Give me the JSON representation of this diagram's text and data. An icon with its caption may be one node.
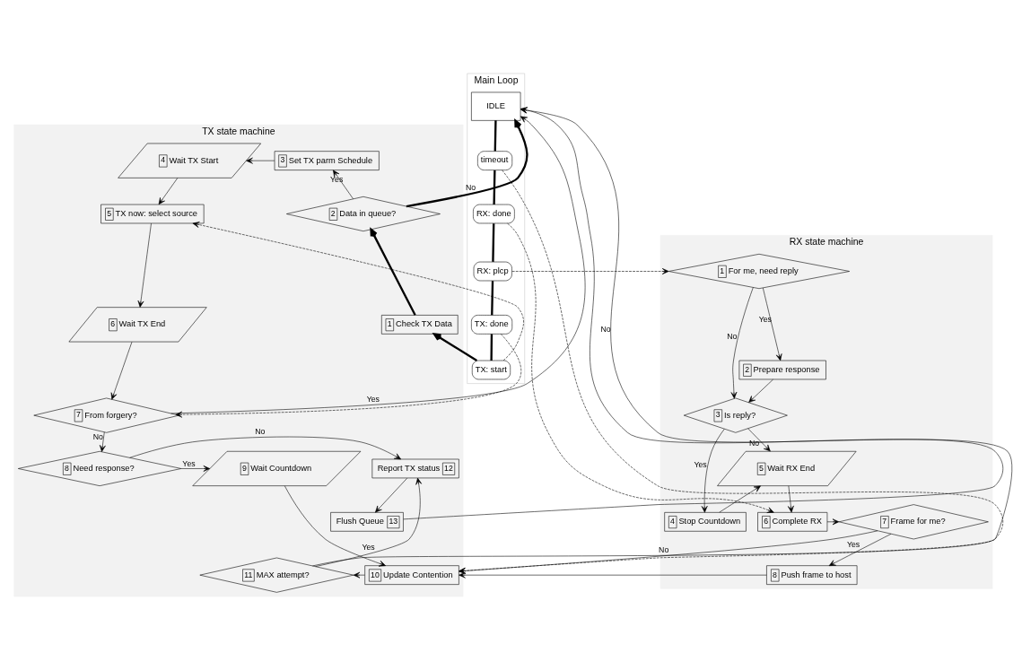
{
  "diagram": {
    "nodes": [
      {
        "text": [
          "TX state machine"
        ]
      },
      {
        "text": [
          "Main Loop"
        ]
      },
      {
        "text": [
          "RX state machine"
        ]
      },
      {
        "text": [
          "IDLE"
        ],
        "in": 1
      },
      {
        "text": [
          "timeout"
        ],
        "in": 1
      },
      {
        "text": [
          "RX: done"
        ],
        "in": 1
      },
      {
        "text": [
          "RX: plcp"
        ],
        "in": 1
      },
      {
        "text": [
          "TX: done"
        ],
        "in": 1
      },
      {
        "text": [
          "TX: start"
        ],
        "in": 1
      },
      {
        "text": [
          "4",
          "Wait TX Start"
        ],
        "in": 0
      },
      {
        "text": [
          "3",
          "Set TX parm Schedule"
        ],
        "in": 0
      },
      {
        "text": [
          "5",
          "TX now: select source"
        ],
        "in": 0
      },
      {
        "text": [
          "2",
          "Data in queue?"
        ],
        "in": 0
      },
      {
        "text": [
          "6",
          "Wait TX End"
        ],
        "in": 0
      },
      {
        "text": [
          "1",
          "Check TX Data"
        ],
        "in": 0
      },
      {
        "text": [
          "7",
          "From forgery?"
        ],
        "in": 0
      },
      {
        "text": [
          "Flush Queue",
          "13"
        ],
        "in": 0
      },
      {
        "text": [
          "Report TX status",
          "12"
        ],
        "in": 0
      },
      {
        "text": [
          "8",
          "Need response?"
        ],
        "in": 0
      },
      {
        "text": [
          "9",
          "Wait Countdown"
        ],
        "in": 0
      },
      {
        "text": [
          "11",
          "MAX attempt?"
        ],
        "in": 0
      },
      {
        "text": [
          "10",
          "Update Contention"
        ],
        "in": 0
      },
      {
        "text": [
          "1",
          "For me, need reply"
        ],
        "in": 2
      },
      {
        "text": [
          "2",
          "Prepare response"
        ],
        "in": 2
      },
      {
        "text": [
          "3",
          "Is reply?"
        ],
        "in": 2
      },
      {
        "text": [
          "4",
          "Stop Countdown"
        ],
        "in": 2
      },
      {
        "text": [
          "5",
          "Wait RX End"
        ],
        "in": 2
      },
      {
        "text": [
          "6",
          "Complete RX"
        ],
        "in": 2
      },
      {
        "text": [
          "7",
          "Frame for me?"
        ],
        "in": 2
      },
      {
        "text": [
          "8",
          "Push frame to host"
        ],
        "in": 2
      }
    ],
    "edges": [
      {
        "from": 3,
        "to": 4,
        "arrow": "none",
        "style": "thick"
      },
      {
        "from": 4,
        "to": 5,
        "arrow": "none",
        "style": "thick"
      },
      {
        "from": 5,
        "to": 6,
        "arrow": "none",
        "style": "thick"
      },
      {
        "from": 6,
        "to": 7,
        "arrow": "none",
        "style": "thick"
      },
      {
        "from": 7,
        "to": 8,
        "arrow": "none",
        "style": "thick"
      },
      {
        "from": 8,
        "to": 14,
        "arrow": "to",
        "style": "thick"
      },
      {
        "from": 14,
        "to": 12,
        "arrow": "to",
        "style": "thick"
      },
      {
        "from": 12,
        "to": 3,
        "arrow": "to",
        "label": "No",
        "style": "thick"
      },
      {
        "from": 12,
        "to": 10,
        "arrow": "to",
        "label": "Yes"
      },
      {
        "from": 10,
        "to": 9,
        "arrow": "to"
      },
      {
        "from": 9,
        "to": 11,
        "arrow": "to"
      },
      {
        "from": 11,
        "to": 13,
        "arrow": "to"
      },
      {
        "from": 13,
        "to": 15,
        "arrow": "to"
      },
      {
        "from": 15,
        "to": 3,
        "arrow": "to",
        "label": "Yes"
      },
      {
        "from": 16,
        "to": 3,
        "arrow": "to"
      },
      {
        "from": 20,
        "to": 3,
        "arrow": "to",
        "label": "No"
      },
      {
        "from": 15,
        "to": 18,
        "arrow": "to",
        "label": "No"
      },
      {
        "from": 18,
        "to": 17,
        "arrow": "to",
        "label": "No"
      },
      {
        "from": 18,
        "to": 19,
        "arrow": "to",
        "label": "Yes"
      },
      {
        "from": 19,
        "to": 21,
        "arrow": "to"
      },
      {
        "from": 21,
        "to": 20,
        "arrow": "to"
      },
      {
        "from": 20,
        "to": 17,
        "arrow": "to",
        "label": "Yes"
      },
      {
        "from": 17,
        "to": 16,
        "arrow": "to"
      },
      {
        "from": 4,
        "to": 21,
        "arrow": "to",
        "style": "dashed"
      },
      {
        "from": 5,
        "to": 27,
        "arrow": "to",
        "style": "dashed"
      },
      {
        "from": 6,
        "to": 22,
        "arrow": "to",
        "style": "dashed"
      },
      {
        "from": 7,
        "to": 15,
        "arrow": "to",
        "style": "dashed"
      },
      {
        "from": 8,
        "to": 11,
        "arrow": "to",
        "style": "dashed"
      },
      {
        "from": 22,
        "to": 23,
        "arrow": "to",
        "label": "Yes"
      },
      {
        "from": 22,
        "to": 24,
        "arrow": "to",
        "label": "No"
      },
      {
        "from": 23,
        "to": 24,
        "arrow": "to"
      },
      {
        "from": 24,
        "to": 25,
        "arrow": "to",
        "label": "Yes"
      },
      {
        "from": 24,
        "to": 26,
        "arrow": "to",
        "label": "No"
      },
      {
        "from": 25,
        "to": 26,
        "arrow": "to"
      },
      {
        "from": 26,
        "to": 27,
        "arrow": "to"
      },
      {
        "from": 27,
        "to": 28,
        "arrow": "to"
      },
      {
        "from": 28,
        "to": 21,
        "arrow": "to",
        "label": "No"
      },
      {
        "from": 28,
        "to": 29,
        "arrow": "to",
        "label": "Yes"
      },
      {
        "from": 29,
        "to": 21,
        "arrow": "to"
      }
    ]
  }
}
